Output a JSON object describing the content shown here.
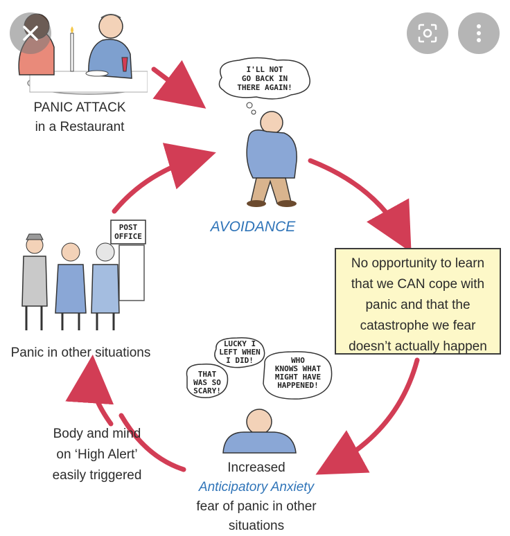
{
  "overlay": {
    "close_icon": "close-icon",
    "lens_icon": "lens-icon",
    "more_icon": "more-vertical-icon"
  },
  "nodes": {
    "panic_attack": {
      "line1": "PANIC ATTACK",
      "line2": "in a Restaurant"
    },
    "avoidance": {
      "label": "AVOIDANCE",
      "bubble_l1": "I'LL NOT",
      "bubble_l2": "GO BACK IN",
      "bubble_l3": "THERE AGAIN!"
    },
    "no_opportunity": {
      "l1": "No opportunity to learn",
      "l2": "that we CAN cope with",
      "l3": "panic and that the",
      "l4": "catastrophe we fear",
      "l5": "doesn’t actually happen"
    },
    "anticipatory": {
      "l1": "Increased",
      "l2": "Anticipatory Anxiety",
      "l3": "fear of panic in other",
      "l4": "situations",
      "bubble1_l1": "LUCKY I",
      "bubble1_l2": "LEFT WHEN",
      "bubble1_l3": "I DID!",
      "bubble2_l1": "THAT",
      "bubble2_l2": "WAS SO",
      "bubble2_l3": "SCARY!",
      "bubble3_l1": "WHO",
      "bubble3_l2": "KNOWS WHAT",
      "bubble3_l3": "MIGHT HAVE",
      "bubble3_l4": "HAPPENED!"
    },
    "high_alert": {
      "l1": "Body and mind",
      "l2": "on ‘High Alert’",
      "l3": "easily triggered"
    },
    "other_situations": {
      "label": "Panic in other situations",
      "sign_l1": "POST",
      "sign_l2": "OFFICE"
    }
  },
  "colors": {
    "arrow": "#d23d55",
    "accent_blue": "#2f74b8",
    "box_fill": "#fdf8c8"
  }
}
